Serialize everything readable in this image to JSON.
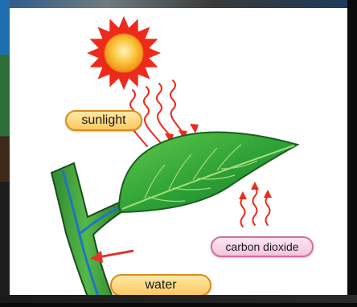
{
  "diagram": {
    "labels": {
      "sunlight": "sunlight",
      "carbon_dioxide": "carbon dioxide",
      "water": "water"
    },
    "icons": {
      "sun": "sun-icon",
      "sun_rays": "wavy-arrows-down-icon",
      "co2_arrows": "wavy-arrows-up-icon",
      "water_arrow": "arrow-icon"
    },
    "colors": {
      "sun_core": "#f7a21b",
      "sun_rays": "#ee2a1b",
      "leaf": "#2f9b38",
      "leaf_vein": "#9fd37a",
      "stem": "#3f9a3c",
      "xylem": "#1f75c2",
      "arrow": "#e0352b",
      "pill_border": "#d98a1c",
      "pill_fill": "#fbc960"
    }
  }
}
